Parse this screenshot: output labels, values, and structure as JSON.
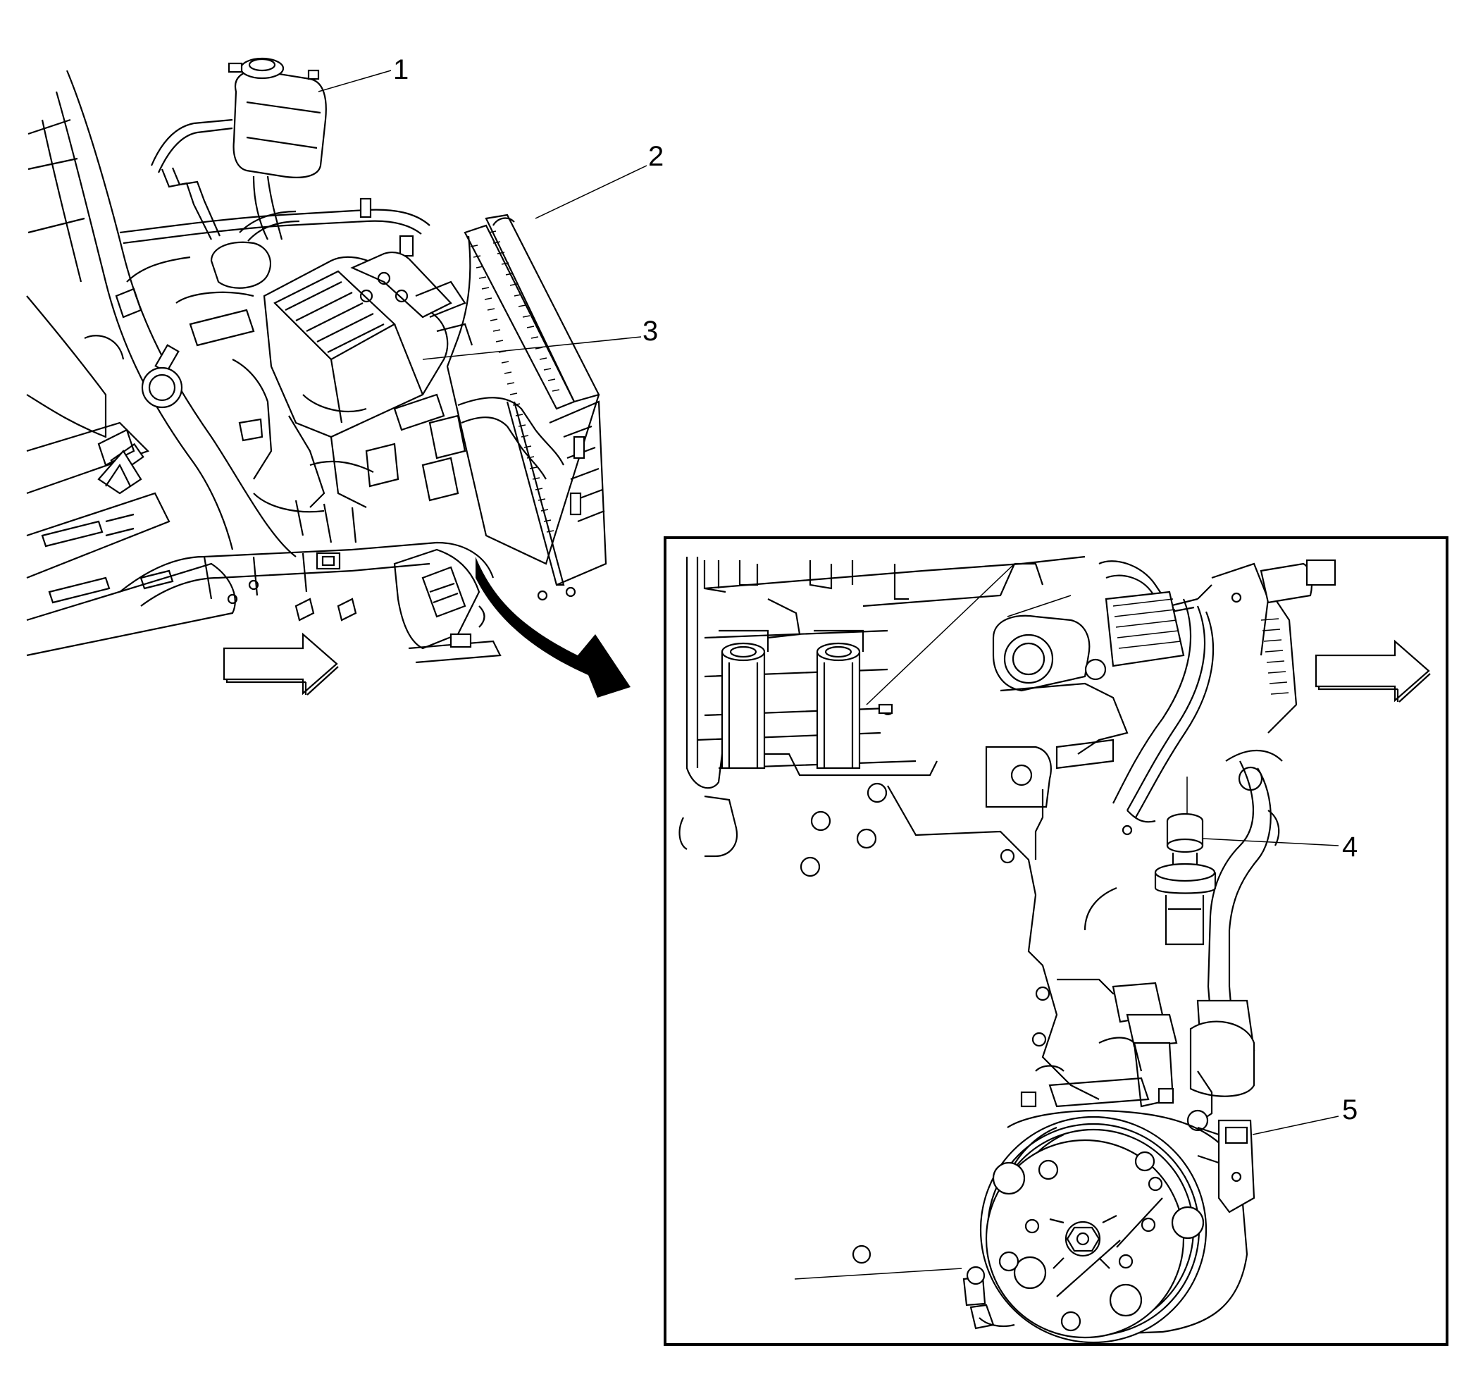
{
  "figure": {
    "callouts": [
      {
        "id": "1",
        "label": "1"
      },
      {
        "id": "2",
        "label": "2"
      },
      {
        "id": "3",
        "label": "3"
      },
      {
        "id": "4",
        "label": "4"
      },
      {
        "id": "5",
        "label": "5"
      }
    ],
    "colors": {
      "line": "#000000",
      "background": "#ffffff"
    },
    "icons": [
      "direction-arrow-icon",
      "zoom-curved-arrow-icon"
    ]
  }
}
